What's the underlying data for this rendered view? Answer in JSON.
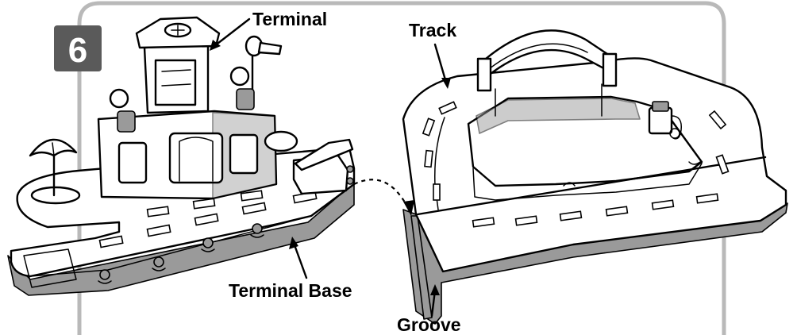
{
  "step": {
    "number": "6"
  },
  "labels": {
    "terminal": "Terminal",
    "track": "Track",
    "terminal_base": "Terminal Base",
    "groove": "Groove"
  },
  "colors": {
    "frame": "#b9b9b9",
    "step_badge": "#5a5a5a",
    "shading": "#9a9a9a",
    "line": "#000000"
  }
}
